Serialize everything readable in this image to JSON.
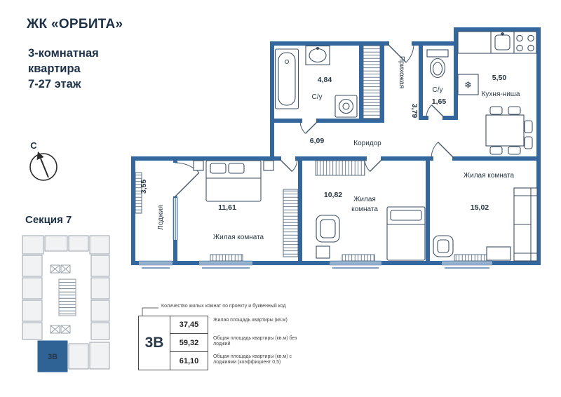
{
  "header": {
    "complex_name": "ЖК «ОРБИТА»",
    "apartment_line1": "3-комнатная",
    "apartment_line2": "квартира",
    "apartment_line3": "7-27 этаж"
  },
  "compass": {
    "north": "С"
  },
  "section": {
    "title": "Секция 7",
    "unit_code": "3В"
  },
  "plan": {
    "rooms": {
      "bathroom": {
        "name": "С/у",
        "area": "4,84"
      },
      "wc": {
        "name": "С/у",
        "area": "1,65"
      },
      "hallway": {
        "name": "Прихожая",
        "area": "3,79"
      },
      "kitchen": {
        "name": "Кухня-ниша",
        "area": "5,50"
      },
      "corridor": {
        "name": "Коридор",
        "area": "6,09"
      },
      "loggia": {
        "name": "Лоджия",
        "area": "3,55"
      },
      "room_left": {
        "name": "Жилая комната",
        "area": "11,61"
      },
      "room_middle": {
        "name_line1": "Жилая",
        "name_line2": "комната",
        "area": "10,82"
      },
      "room_right": {
        "name": "Жилая комната",
        "area": "15,02"
      }
    },
    "icons": {
      "fridge": "❄"
    },
    "colors": {
      "wall": "#33679e",
      "furniture": "#3d4f63",
      "unit_highlight": "#2f6295"
    }
  },
  "legend": {
    "annotation": "Количество жилых комнат по проекту и буквенный код",
    "unit_code": "3В",
    "rows": [
      {
        "value": "37,45",
        "label": "Жилая площадь квартиры (кв.м)"
      },
      {
        "value": "59,32",
        "label": "Общая площадь квартиры (кв.м) без лоджий"
      },
      {
        "value": "61,10",
        "label": "Общая площадь квартиры (кв.м) с лоджиями (коэффициент 0,5)"
      }
    ]
  }
}
